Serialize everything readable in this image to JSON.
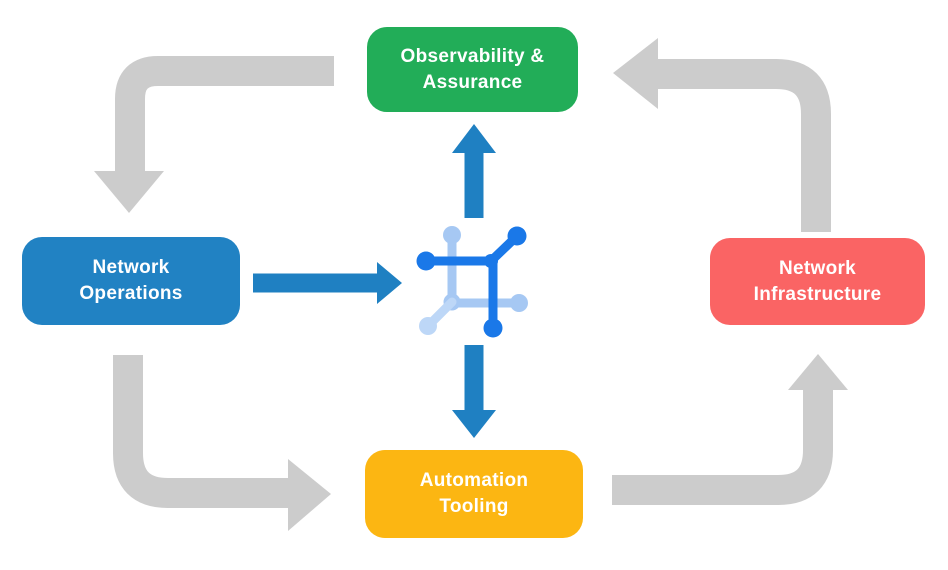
{
  "colors": {
    "background": "#ffffff",
    "arrow_gray": "#cccccc",
    "arrow_blue": "#1f80c2",
    "node_green": "#22ad58",
    "node_blue": "#2182c3",
    "node_red": "#fa6464",
    "node_yellow": "#fcb612",
    "icon_dark": "#1a78e8",
    "icon_light": "#a6c8f3",
    "icon_lighter": "#bdd7f7",
    "node_text": "#ffffff"
  },
  "nodes": {
    "observability": {
      "line1": "Observability &",
      "line2": "Assurance"
    },
    "operations": {
      "line1": "Network",
      "line2": "Operations"
    },
    "infrastructure": {
      "line1": "Network",
      "line2": "Infrastructure"
    },
    "automation": {
      "line1": "Automation",
      "line2": "Tooling"
    }
  },
  "center_icon": "network-mesh-icon"
}
